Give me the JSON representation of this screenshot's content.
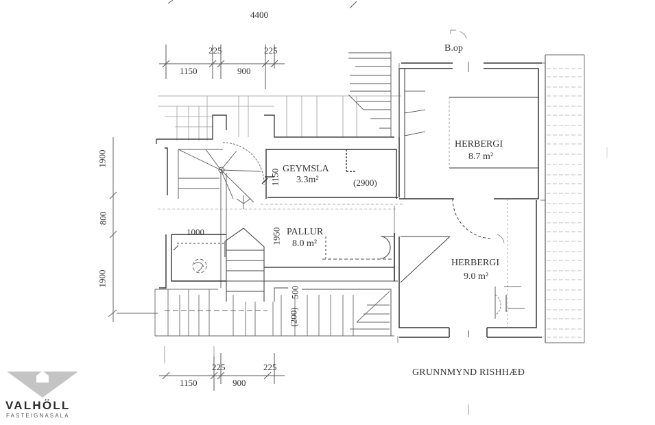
{
  "drawing": {
    "title": "GRUNNMYND RISHHÆÐ",
    "north_label": "B.op",
    "colors": {
      "line": "#3a3a3a",
      "faint": "#9a9a9a",
      "logo_triangle": "#c4c4c4"
    }
  },
  "rooms": [
    {
      "name": "GEYMSLA",
      "area": "3.3m²"
    },
    {
      "name": "PALLUR",
      "area": "8.0 m²"
    },
    {
      "name": "HERBERGI",
      "area": "8.7 m²"
    },
    {
      "name": "HERBERGI",
      "area": "9.0 m²"
    }
  ],
  "dimensions": {
    "overall_top": "4400",
    "top_row": [
      "1150",
      "225",
      "900",
      "225"
    ],
    "bottom_row": [
      "1150",
      "225",
      "900",
      "225"
    ],
    "left_vertical": [
      "1900",
      "800",
      "1900"
    ],
    "geymsla_height": "1150",
    "geymsla_width": "(2900)",
    "pallur_height": "1950",
    "pallur_left": "1000",
    "lower_vertical": [
      "(200)",
      "500"
    ]
  },
  "logo": {
    "brand": "VALHÖLL",
    "subtitle": "FASTEIGNASALA"
  }
}
